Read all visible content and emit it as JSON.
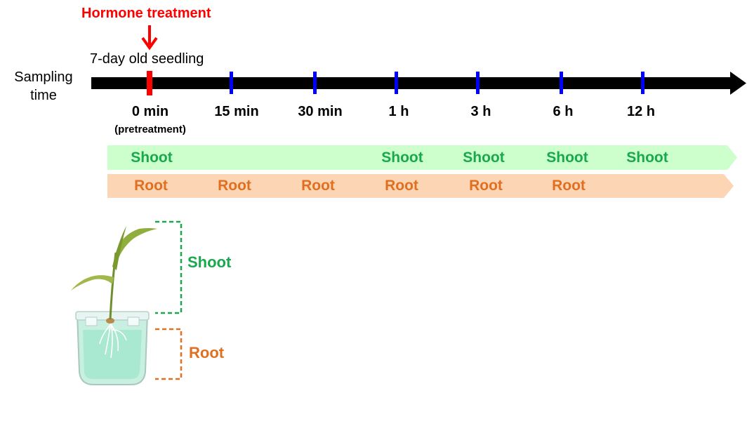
{
  "header": {
    "hormone_label": "Hormone treatment",
    "seedling_label": "7-day old seedling",
    "sampling_label": "Sampling time"
  },
  "timeline": {
    "times": [
      "0 min",
      "15 min",
      "30 min",
      "1 h",
      "3 h",
      "6 h",
      "12 h"
    ],
    "pretreatment_note": "(pretreatment)"
  },
  "bands": {
    "shoot": [
      "Shoot",
      "Shoot",
      "Shoot",
      "Shoot",
      "Shoot"
    ],
    "root": [
      "Root",
      "Root",
      "Root",
      "Root",
      "Root",
      "Root"
    ]
  },
  "plant": {
    "shoot_label": "Shoot",
    "root_label": "Root"
  },
  "colors": {
    "treatment_red": "#ff0000",
    "tick_blue": "#0000ff",
    "shoot_green": "#19a84d",
    "shoot_band": "#ccffcc",
    "root_orange": "#e07020",
    "root_band": "#fcd5b5"
  }
}
